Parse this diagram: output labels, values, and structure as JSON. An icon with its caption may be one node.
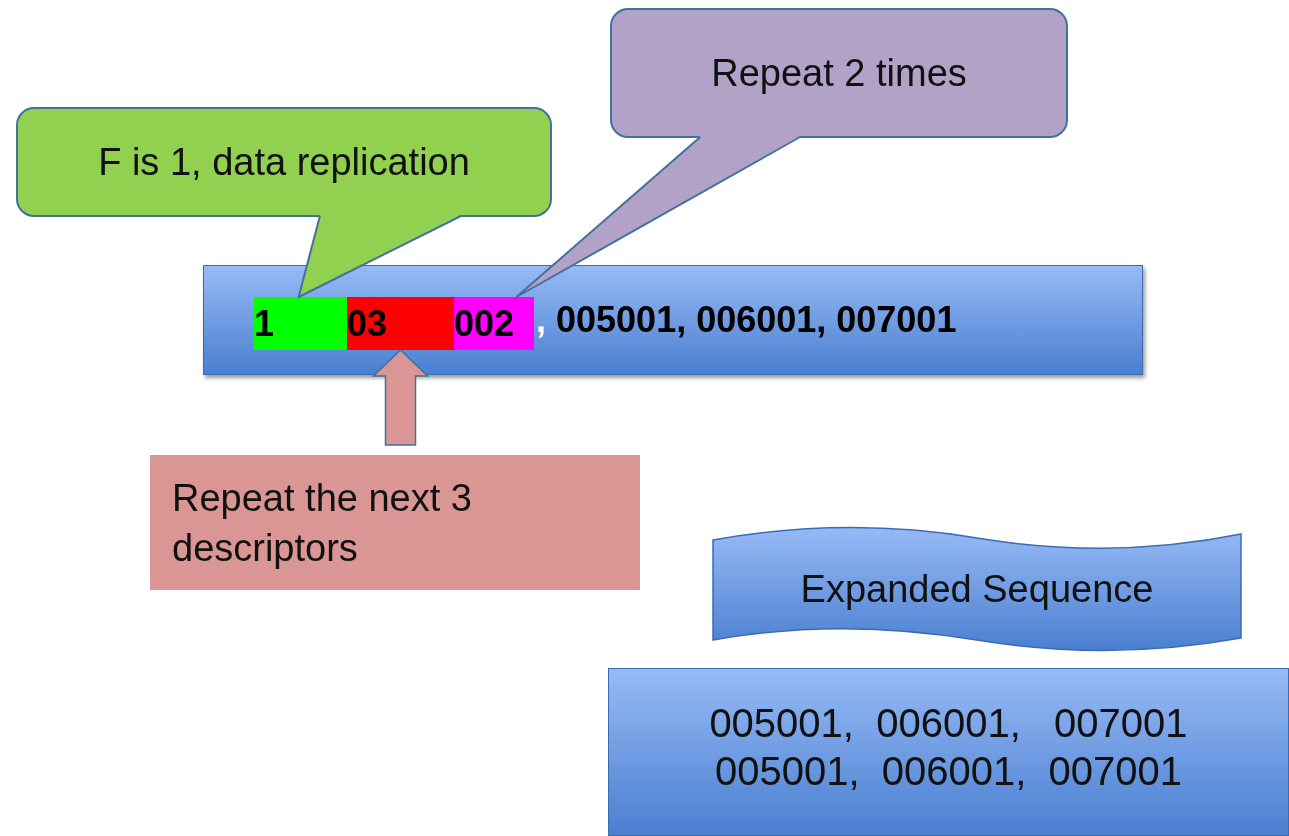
{
  "diagram": {
    "nodes": [
      {
        "text": [
          "F is 1, data replication"
        ]
      },
      {
        "text": [
          "Repeat 2 times"
        ]
      },
      {
        "text": [
          ", 005001, 006001, 007001"
        ]
      },
      {
        "text": [
          "1"
        ],
        "in": 2
      },
      {
        "text": [
          "03"
        ],
        "in": 2
      },
      {
        "text": [
          "002"
        ],
        "in": 2
      },
      {
        "text": [
          "Repeat the next 3 descriptors"
        ]
      },
      {
        "text": [
          "Expanded Sequence"
        ]
      },
      {
        "text": [
          "005001,  006001,   007001",
          "005001,  006001,  007001"
        ]
      }
    ],
    "edges": [
      {
        "from": 0,
        "to": 3,
        "arrow": "none"
      },
      {
        "from": 1,
        "to": 5,
        "arrow": "none"
      },
      {
        "from": 6,
        "to": 4,
        "arrow": "to"
      }
    ]
  }
}
